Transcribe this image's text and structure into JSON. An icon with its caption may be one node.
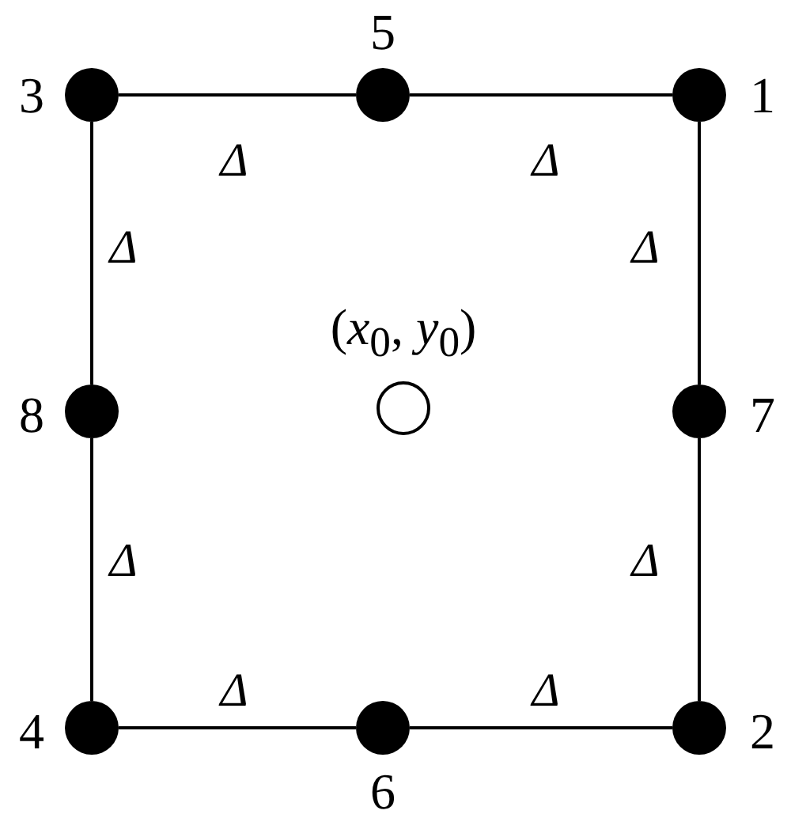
{
  "diagram": {
    "nodes": [
      {
        "text": [],
        "shape": "circle",
        "beside": [
          "3"
        ]
      },
      {
        "text": [],
        "shape": "circle",
        "beside": [
          "5"
        ]
      },
      {
        "text": [],
        "shape": "circle",
        "beside": [
          "1"
        ]
      },
      {
        "text": [],
        "shape": "circle",
        "beside": [
          "8"
        ]
      },
      {
        "text": [],
        "shape": "open-circle",
        "beside": [
          "(*x*$_{0}$, *y*$_{0}$)"
        ]
      },
      {
        "text": [],
        "shape": "circle",
        "beside": [
          "7"
        ]
      },
      {
        "text": [],
        "shape": "circle",
        "beside": [
          "4"
        ]
      },
      {
        "text": [],
        "shape": "circle",
        "beside": [
          "6"
        ]
      },
      {
        "text": [],
        "shape": "circle",
        "beside": [
          "2"
        ]
      }
    ],
    "edges": [
      {
        "from": 0,
        "to": 1,
        "arrow": "none",
        "label": "Δ"
      },
      {
        "from": 1,
        "to": 2,
        "arrow": "none",
        "label": "Δ"
      },
      {
        "from": 2,
        "to": 5,
        "arrow": "none",
        "label": "Δ"
      },
      {
        "from": 5,
        "to": 8,
        "arrow": "none",
        "label": "Δ"
      },
      {
        "from": 8,
        "to": 7,
        "arrow": "none",
        "label": "Δ"
      },
      {
        "from": 7,
        "to": 6,
        "arrow": "none",
        "label": "Δ"
      },
      {
        "from": 6,
        "to": 3,
        "arrow": "none",
        "label": "Δ"
      },
      {
        "from": 3,
        "to": 0,
        "arrow": "none",
        "label": "Δ"
      }
    ]
  }
}
